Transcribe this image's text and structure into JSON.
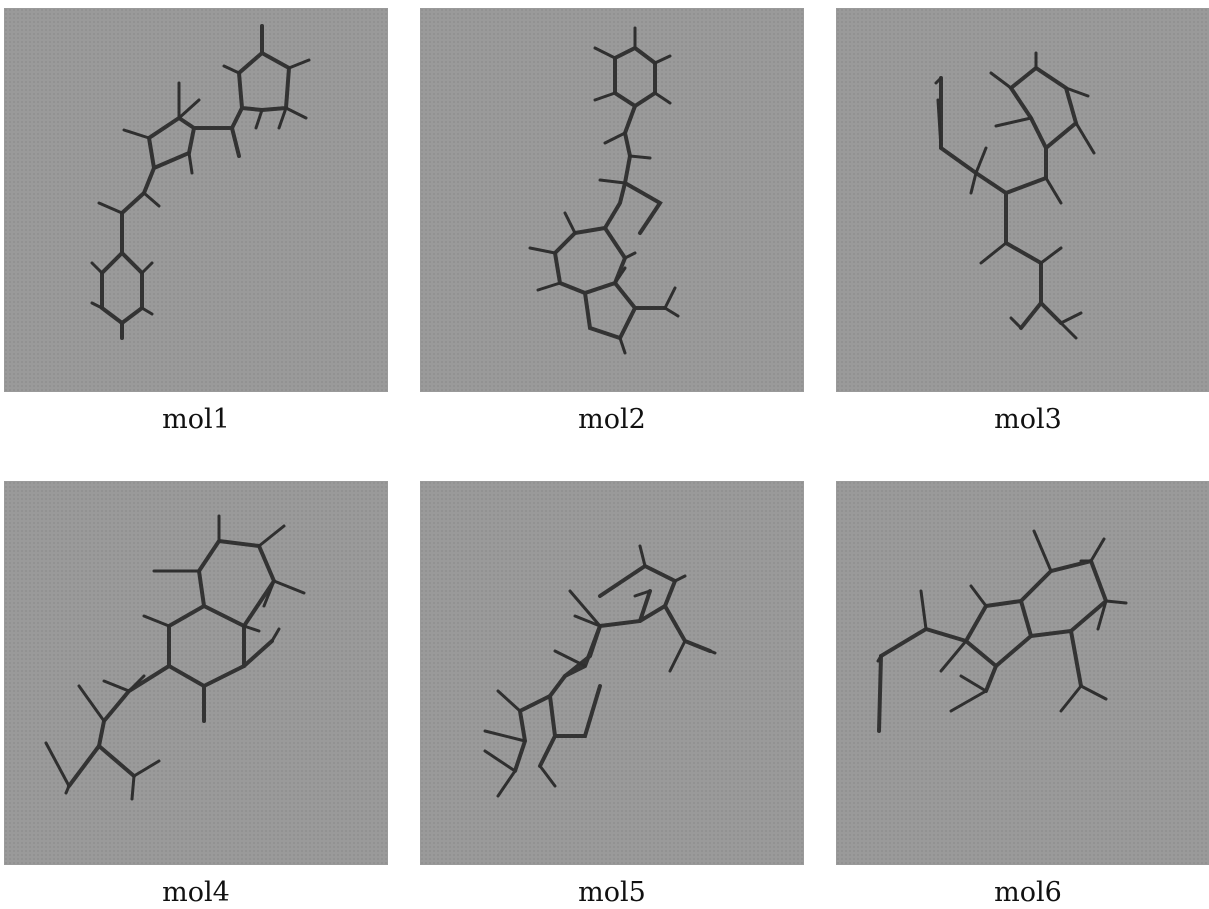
{
  "molecules": [
    {
      "label": "mol1"
    },
    {
      "label": "mol2"
    },
    {
      "label": "mol3"
    },
    {
      "label": "mol4"
    },
    {
      "label": "mol5"
    },
    {
      "label": "mol6"
    }
  ]
}
